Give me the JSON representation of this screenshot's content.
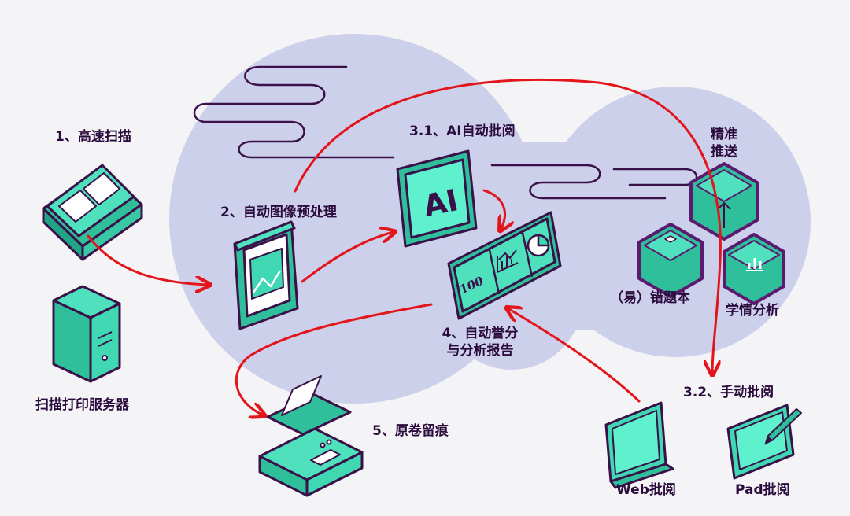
{
  "labels": {
    "scan": "1、高速扫描",
    "server": "扫描打印服务器",
    "preprocess": "2、自动图像预处理",
    "ai_review": "3.1、AI自动批阅",
    "ai_text": "AI",
    "scoring_line1": "4、自动誉分",
    "scoring_line2": "与分析报告",
    "score_100": "100",
    "retain": "5、原卷留痕",
    "precise_line1": "精准",
    "precise_line2": "推送",
    "wrong_book": "（易）错题本",
    "learning": "学情分析",
    "manual_review": "3.2、手动批阅",
    "web_review": "Web批阅",
    "pad_review": "Pad批阅"
  },
  "colors": {
    "background": "#f4f4f6",
    "cloud": "#ccd0ea",
    "device_fill": "#3fd8b3",
    "device_outline": "#3a1048",
    "arrow": "#e3141a",
    "swirl": "#3a1048",
    "label": "#2b0a3d"
  },
  "icons": [
    "scanner-icon",
    "server-tower-icon",
    "image-icon",
    "ai-screen-icon",
    "score-panel-icon",
    "pie-chart-icon",
    "bar-chart-icon",
    "printer-icon",
    "hexagon-arrow-icon",
    "hexagon-cube-icon",
    "hexagon-bars-icon",
    "monitor-icon",
    "tablet-pen-icon"
  ]
}
